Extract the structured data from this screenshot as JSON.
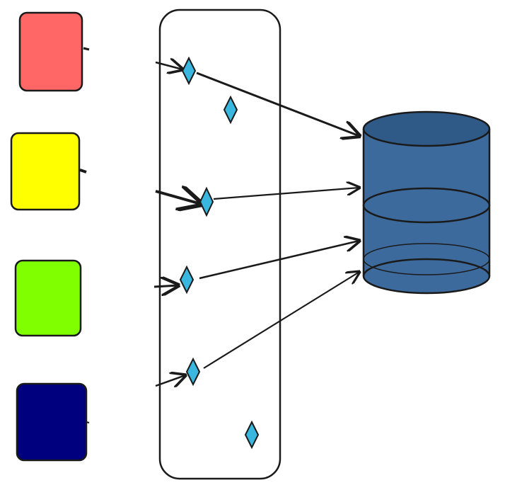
{
  "colors": {
    "stroke": "#1a1a1a",
    "background": "#ffffff",
    "diamond": "#3ab7df",
    "database": "#3d6a9c",
    "database_dark": "#2f5987"
  },
  "sources": [
    {
      "name": "red",
      "color": "#ff6666"
    },
    {
      "name": "yellow",
      "color": "#ffff00"
    },
    {
      "name": "green",
      "color": "#7fff00"
    },
    {
      "name": "navy",
      "color": "#00007f"
    }
  ],
  "queue": {
    "item_count": 6
  },
  "database": {
    "segments": 3
  },
  "icons": [
    "diamond-icon",
    "database-icon",
    "arrow-icon"
  ]
}
